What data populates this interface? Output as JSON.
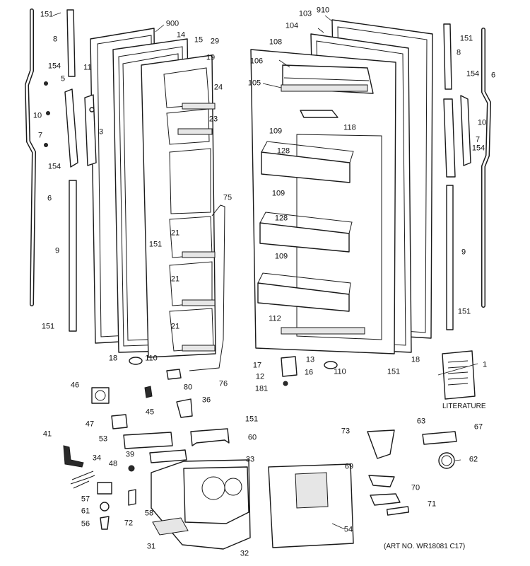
{
  "diagram": {
    "literature_label": "LITERATURE",
    "art_number": "(ART NO. WR18081 C17)",
    "callouts": [
      "151",
      "8",
      "900",
      "14",
      "15",
      "29",
      "910",
      "103",
      "104",
      "151",
      "8",
      "154",
      "5",
      "11",
      "3",
      "10",
      "7",
      "154",
      "6",
      "19",
      "24",
      "23",
      "108",
      "106",
      "105",
      "118",
      "109",
      "128",
      "154",
      "10",
      "7",
      "6",
      "75",
      "109",
      "128",
      "9",
      "151",
      "21",
      "21",
      "21",
      "109",
      "112",
      "9",
      "151",
      "151",
      "18",
      "110",
      "80",
      "76",
      "17",
      "13",
      "12",
      "16",
      "181",
      "110",
      "151",
      "18",
      "1",
      "46",
      "45",
      "36",
      "47",
      "151",
      "53",
      "60",
      "41",
      "39",
      "34",
      "48",
      "33",
      "57",
      "58",
      "61",
      "56",
      "72",
      "31",
      "32",
      "73",
      "63",
      "67",
      "62",
      "69",
      "70",
      "71",
      "54",
      "154"
    ]
  }
}
